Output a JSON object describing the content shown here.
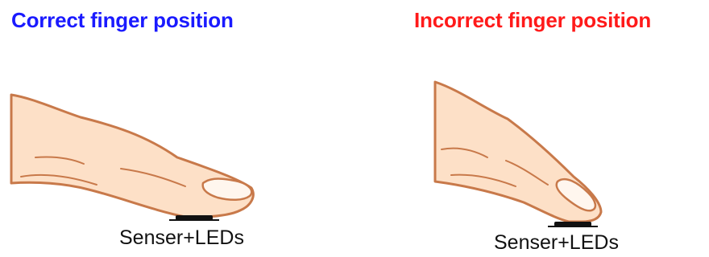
{
  "panels": [
    {
      "title": "Correct finger position",
      "title_color": "#1a1aff",
      "sensor_label": "Senser+LEDs",
      "icon": "finger-flat-icon"
    },
    {
      "title": "Incorrect finger position",
      "title_color": "#ff1a1a",
      "sensor_label": "Senser+LEDs",
      "icon": "finger-tip-icon"
    }
  ],
  "colors": {
    "skin": "#fde0c7",
    "outline": "#c8794a",
    "sensor": "#111111"
  }
}
